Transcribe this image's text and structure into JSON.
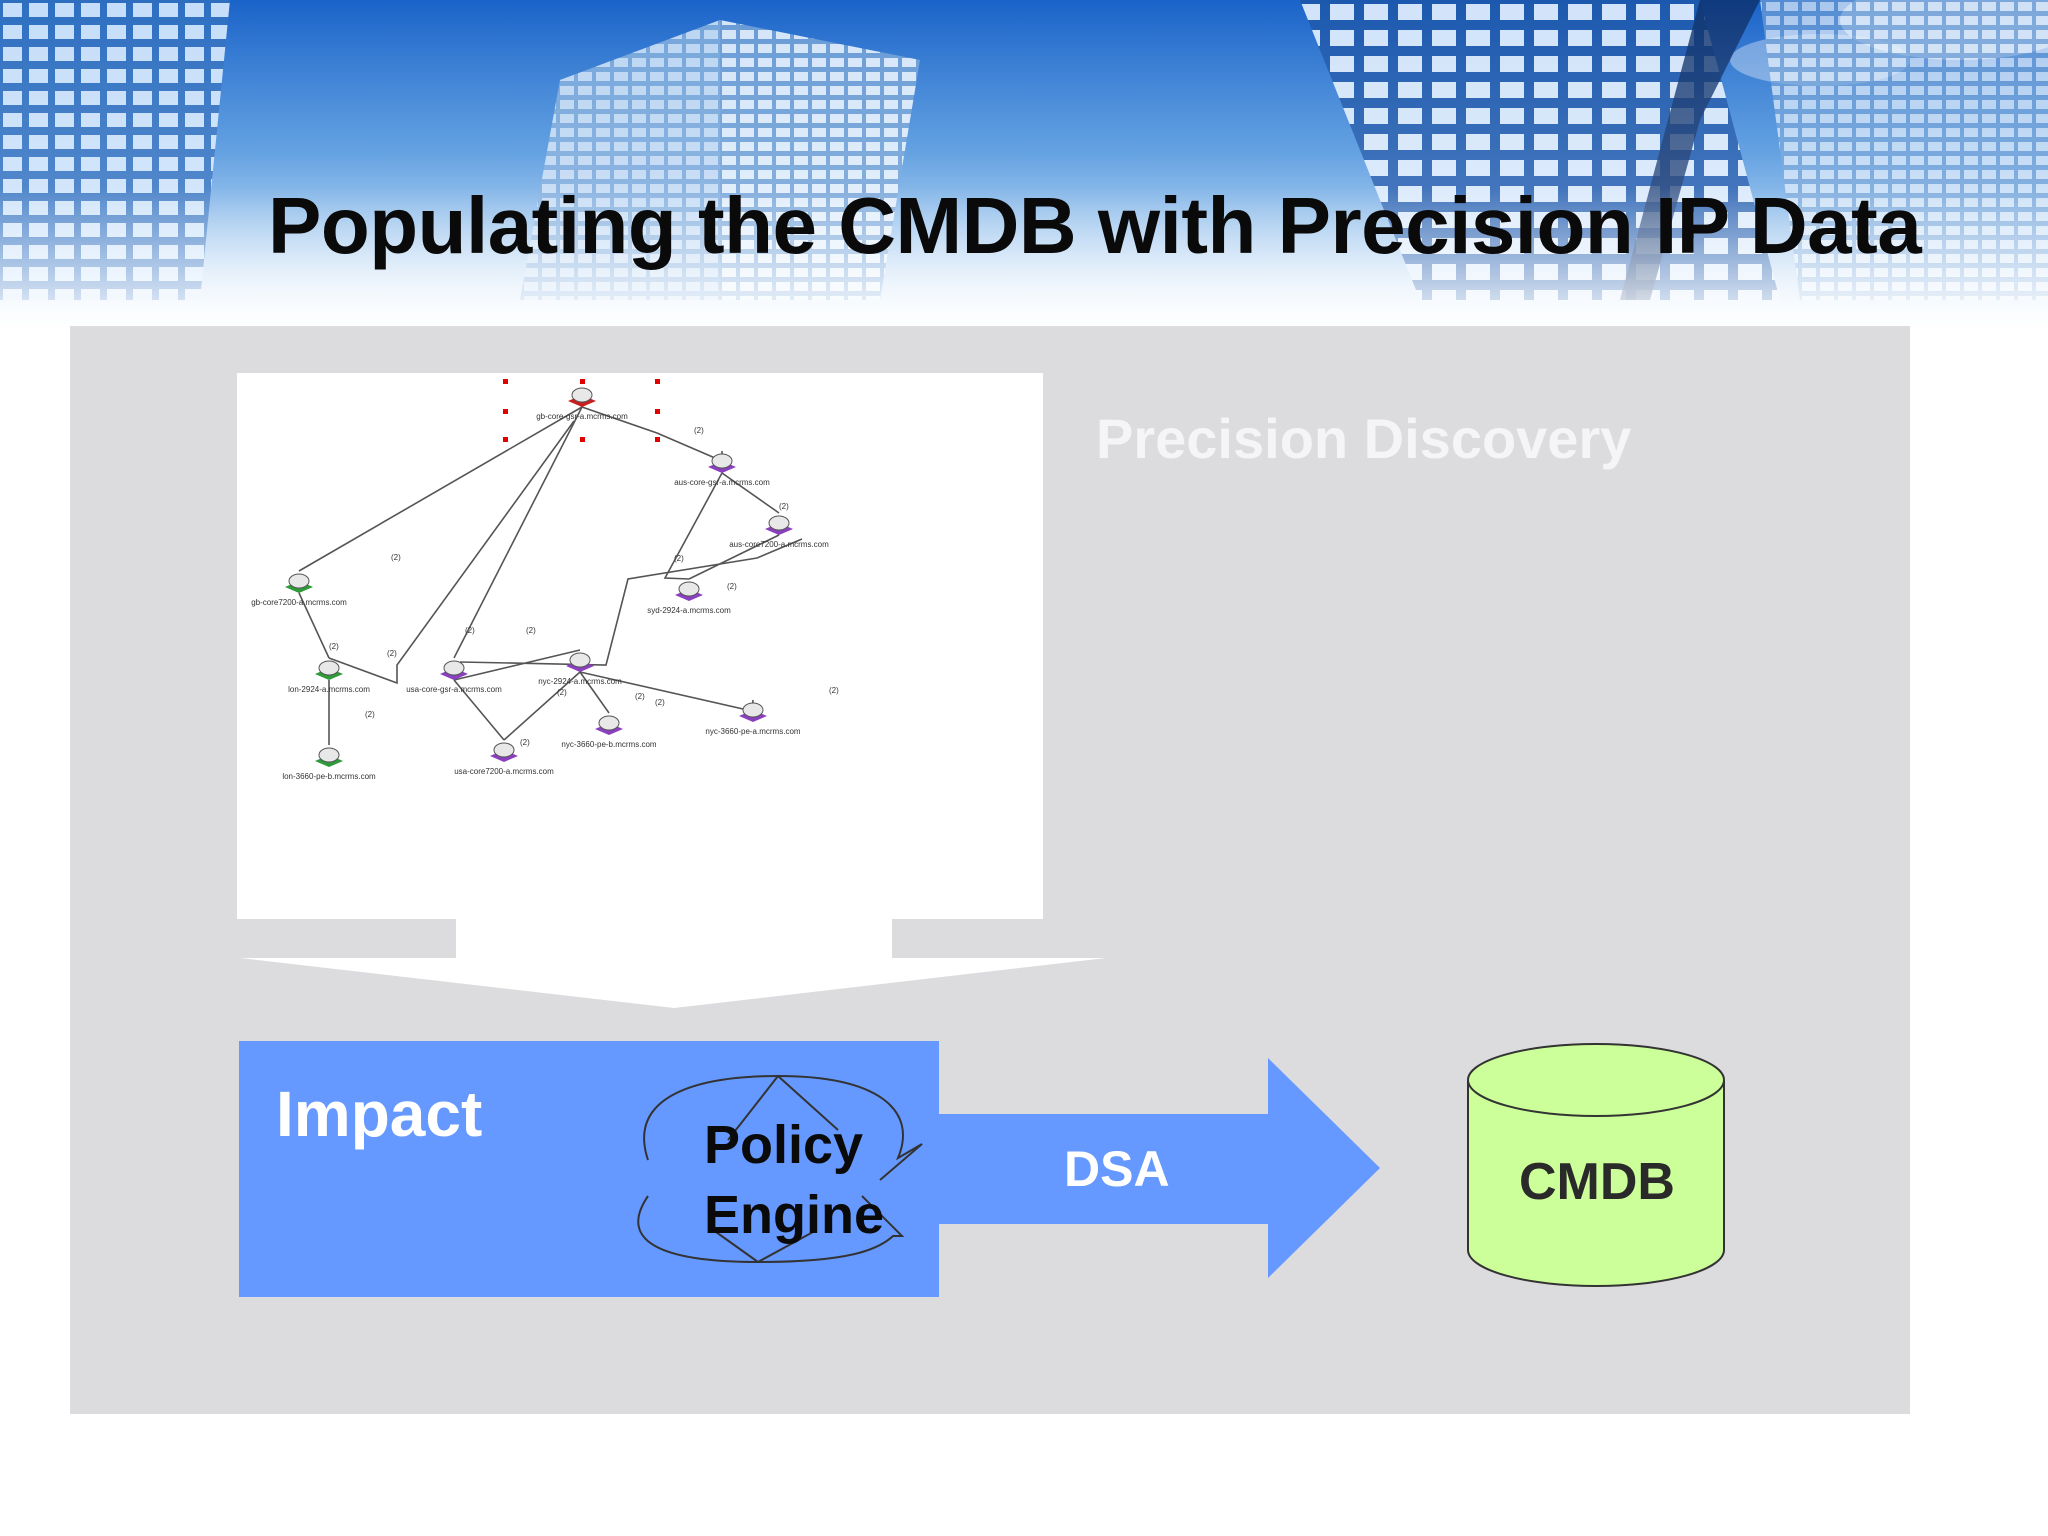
{
  "slide": {
    "title": "Populating the CMDB with Precision IP Data"
  },
  "discovery": {
    "label": "Precision Discovery"
  },
  "topology": {
    "nodes": [
      {
        "id": "gb-core-gsr",
        "label": "gb-core-gsr-a.mcrms.com",
        "color": "#c81e1e",
        "selected": true
      },
      {
        "id": "aus-core-gsr",
        "label": "aus-core-gsr-a.mcrms.com",
        "color": "#8a3fbf"
      },
      {
        "id": "aus-core7200",
        "label": "aus-core7200-a.mcrms.com",
        "color": "#8a3fbf"
      },
      {
        "id": "syd-2924",
        "label": "syd-2924-a.mcrms.com",
        "color": "#8a3fbf"
      },
      {
        "id": "gb-core7200",
        "label": "gb-core7200-a.mcrms.com",
        "color": "#2e9a3a"
      },
      {
        "id": "lon-2924",
        "label": "lon-2924-a.mcrms.com",
        "color": "#2e9a3a"
      },
      {
        "id": "lon-3660",
        "label": "lon-3660-pe-b.mcrms.com",
        "color": "#2e9a3a"
      },
      {
        "id": "usa-core-gsr",
        "label": "usa-core-gsr-a.mcrms.com",
        "color": "#8a3fbf"
      },
      {
        "id": "nyc-2924",
        "label": "nyc-2924-a.mcrms.com",
        "color": "#8a3fbf"
      },
      {
        "id": "nyc-3660-pe-b",
        "label": "nyc-3660-pe-b.mcrms.com",
        "color": "#8a3fbf"
      },
      {
        "id": "nyc-3660-pe-a",
        "label": "nyc-3660-pe-a.mcrms.com",
        "color": "#8a3fbf"
      },
      {
        "id": "usa-core7200",
        "label": "usa-core7200-a.mcrms.com",
        "color": "#8a3fbf"
      }
    ],
    "link_label": "(2)"
  },
  "impact": {
    "label": "Impact",
    "policy_line1": "Policy",
    "policy_line2": "Engine",
    "box_color": "#6699ff"
  },
  "dsa": {
    "label": "DSA",
    "arrow_color": "#6699ff"
  },
  "cmdb": {
    "label": "CMDB",
    "fill_color": "#ccff99"
  }
}
